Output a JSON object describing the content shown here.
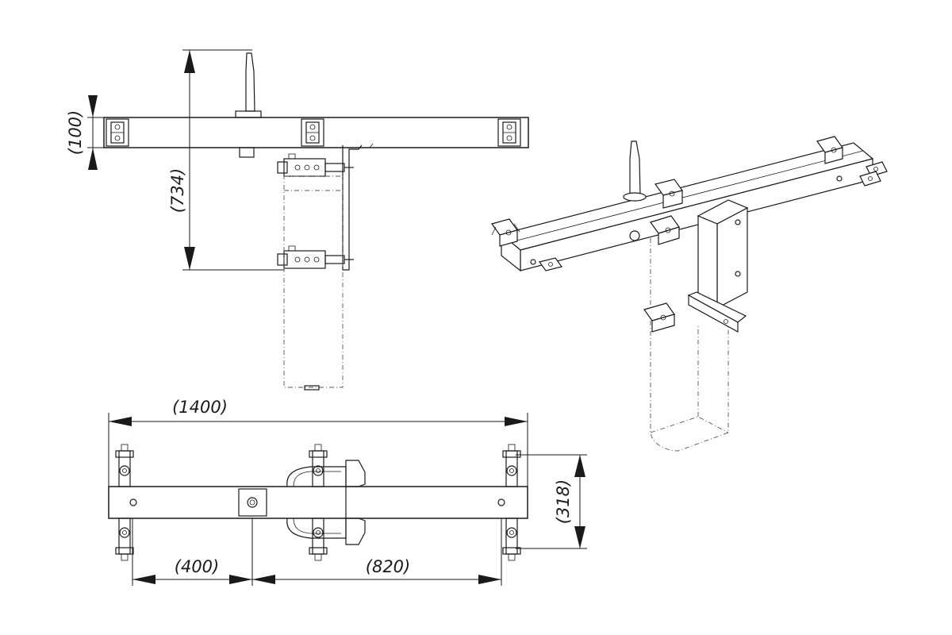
{
  "drawing": {
    "dimensions": {
      "height_top_beam": "(100)",
      "height_total": "(734)",
      "width_total": "(1400)",
      "depth_plan": "(318)",
      "offset_left": "(400)",
      "offset_right": "(820)"
    }
  }
}
